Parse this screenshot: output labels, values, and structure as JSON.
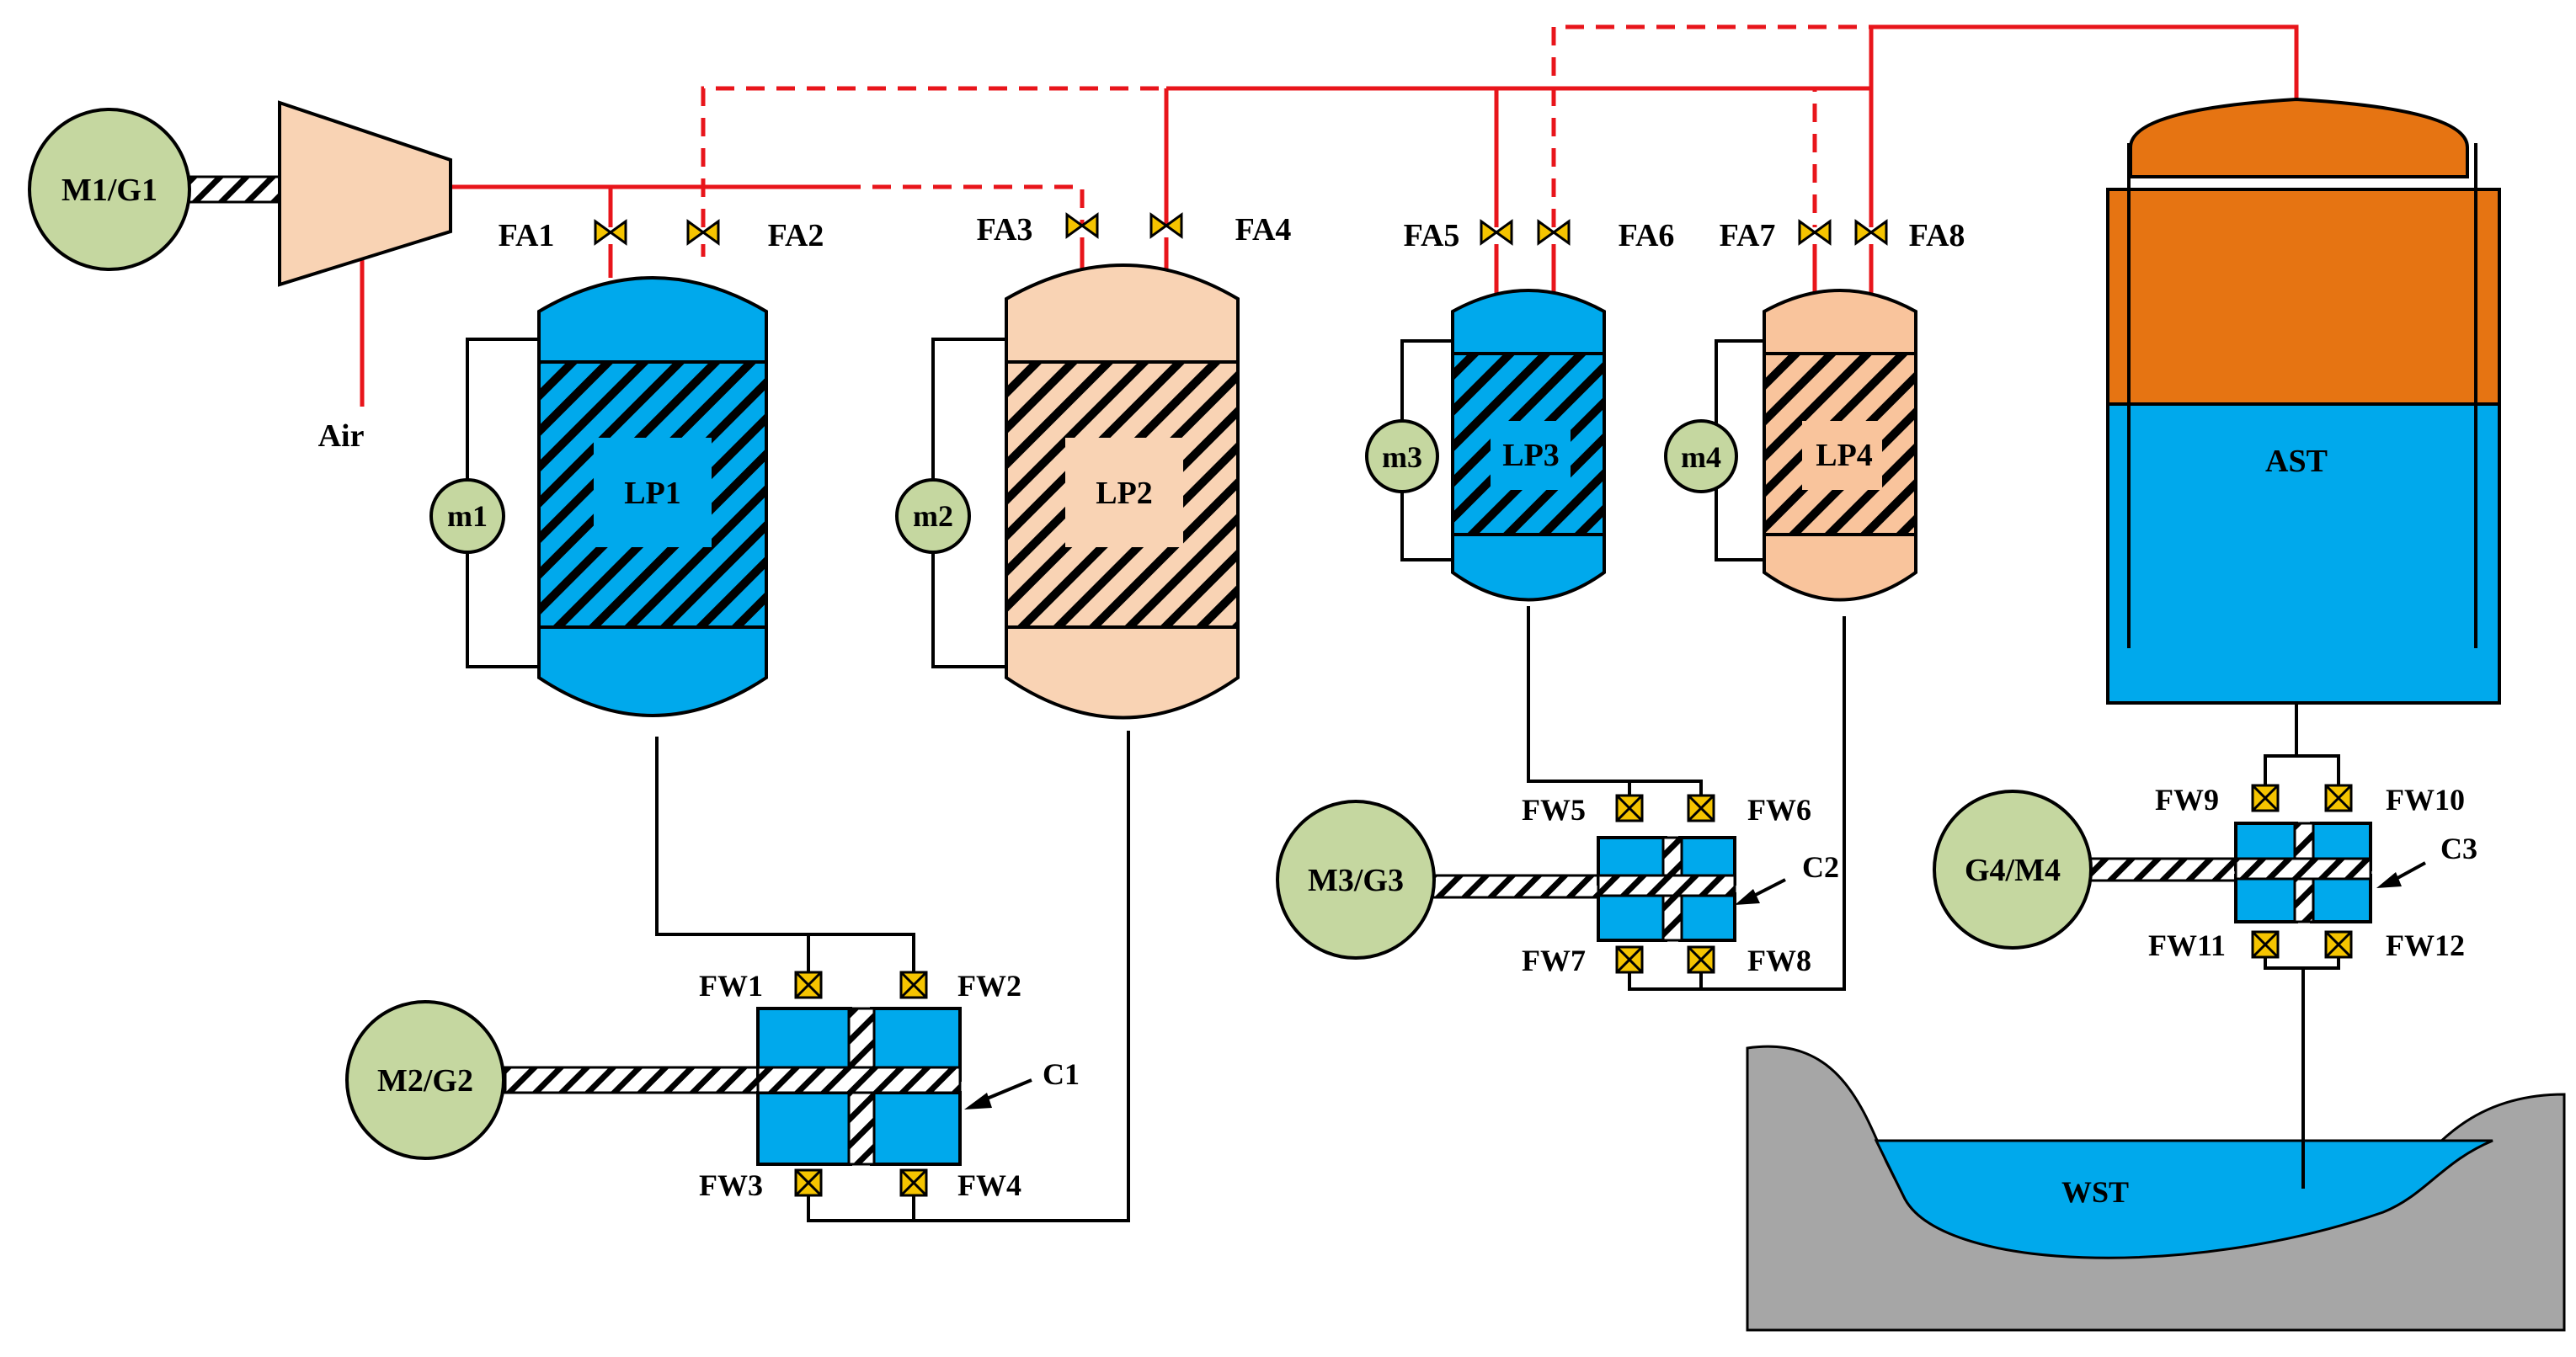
{
  "colors": {
    "air_line": "#e8151b",
    "blue": "#00a9ec",
    "peach": "#f9d3b4",
    "orange": "#e67412",
    "green": "#c5d7a0",
    "ground": "#a6a6a6",
    "valve": "#f5c400"
  },
  "labels": {
    "m1g1": "M1/G1",
    "m2g2": "M2/G2",
    "m3g3": "M3/G3",
    "g4m4": "G4/M4",
    "air": "Air",
    "lp1": "LP1",
    "lp2": "LP2",
    "lp3": "LP3",
    "lp4": "LP4",
    "m1": "m1",
    "m2": "m2",
    "m3": "m3",
    "m4": "m4",
    "ast": "AST",
    "wst": "WST",
    "c1": "C1",
    "c2": "C2",
    "c3": "C3",
    "fa1": "FA1",
    "fa2": "FA2",
    "fa3": "FA3",
    "fa4": "FA4",
    "fa5": "FA5",
    "fa6": "FA6",
    "fa7": "FA7",
    "fa8": "FA8",
    "fw1": "FW1",
    "fw2": "FW2",
    "fw3": "FW3",
    "fw4": "FW4",
    "fw5": "FW5",
    "fw6": "FW6",
    "fw7": "FW7",
    "fw8": "FW8",
    "fw9": "FW9",
    "fw10": "FW10",
    "fw11": "FW11",
    "fw12": "FW12"
  }
}
